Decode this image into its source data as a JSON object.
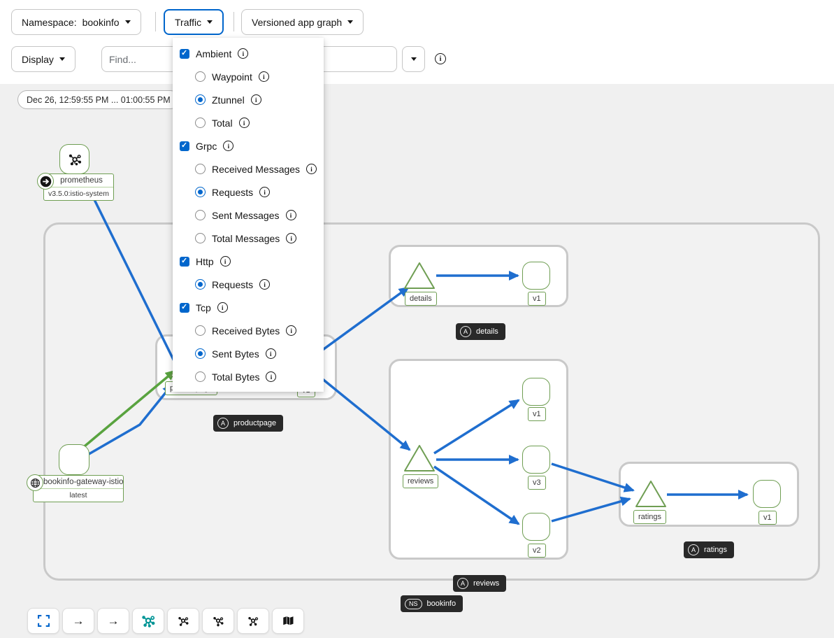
{
  "topbar": {
    "namespace_label": "Namespace:",
    "namespace_value": "bookinfo",
    "traffic_button": "Traffic",
    "graph_type_button": "Versioned app graph"
  },
  "toolbar2": {
    "display_button": "Display",
    "find_placeholder": "Find..."
  },
  "traffic_menu": {
    "sections": [
      {
        "label": "Ambient",
        "checked": true,
        "options": [
          {
            "label": "Waypoint",
            "selected": false
          },
          {
            "label": "Ztunnel",
            "selected": true
          },
          {
            "label": "Total",
            "selected": false
          }
        ]
      },
      {
        "label": "Grpc",
        "checked": true,
        "options": [
          {
            "label": "Received Messages",
            "selected": false
          },
          {
            "label": "Requests",
            "selected": true
          },
          {
            "label": "Sent Messages",
            "selected": false
          },
          {
            "label": "Total Messages",
            "selected": false
          }
        ]
      },
      {
        "label": "Http",
        "checked": true,
        "options": [
          {
            "label": "Requests",
            "selected": true
          }
        ]
      },
      {
        "label": "Tcp",
        "checked": true,
        "options": [
          {
            "label": "Received Bytes",
            "selected": false
          },
          {
            "label": "Sent Bytes",
            "selected": true
          },
          {
            "label": "Total Bytes",
            "selected": false
          }
        ]
      }
    ]
  },
  "graph": {
    "time_range": "Dec 26, 12:59:55 PM ... 01:00:55 PM",
    "badge_letter": "A",
    "prometheus": {
      "title": "prometheus",
      "subtitle": "v3.5.0:istio-system"
    },
    "gateway": {
      "title": "bookinfo-gateway-istio",
      "subtitle": "latest"
    },
    "namespace_badge": {
      "type": "NS",
      "label": "bookinfo"
    },
    "apps": {
      "productpage": {
        "app_label": "productpage",
        "badge": "productpage",
        "versions": [
          "v1"
        ]
      },
      "details": {
        "app_label": "details",
        "badge": "details",
        "versions": [
          "v1"
        ]
      },
      "reviews": {
        "app_label": "reviews",
        "badge": "reviews",
        "versions": [
          "v1",
          "v3",
          "v2"
        ]
      },
      "ratings": {
        "app_label": "ratings",
        "badge": "ratings",
        "versions": [
          "v1"
        ]
      }
    }
  },
  "colors": {
    "edge_blue": "#1f6ecf",
    "edge_green": "#59a33f",
    "accent_blue": "#0066cc",
    "node_green": "#6f9e53",
    "active_teal": "#009596"
  }
}
